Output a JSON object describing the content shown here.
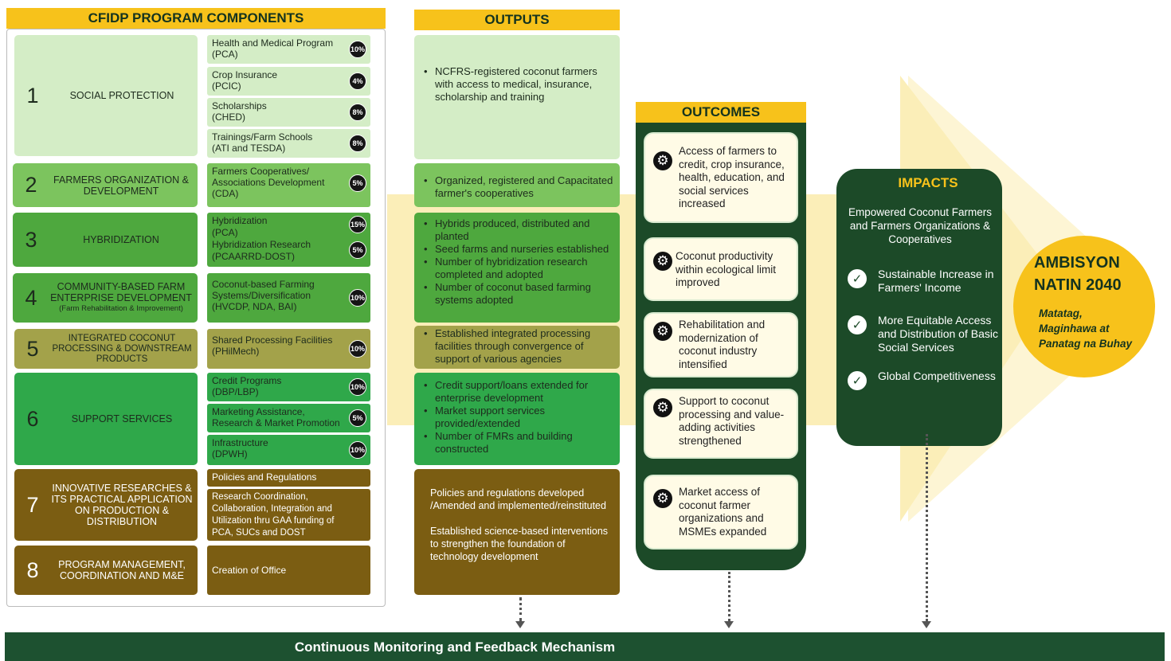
{
  "components": {
    "header": "CFIDP  PROGRAM COMPONENTS",
    "items": [
      {
        "num": "1",
        "name": "SOCIAL PROTECTION",
        "sub": ""
      },
      {
        "num": "2",
        "name": "FARMERS ORGANIZATION & DEVELOPMENT",
        "sub": ""
      },
      {
        "num": "3",
        "name": "HYBRIDIZATION",
        "sub": ""
      },
      {
        "num": "4",
        "name": "COMMUNITY-BASED FARM ENTERPRISE DEVELOPMENT",
        "sub": "(Farm Rehabilitation & Improvement)"
      },
      {
        "num": "5",
        "name": "INTEGRATED COCONUT PROCESSING & DOWNSTREAM PRODUCTS",
        "sub": ""
      },
      {
        "num": "6",
        "name": "SUPPORT SERVICES",
        "sub": ""
      },
      {
        "num": "7",
        "name": "INNOVATIVE RESEARCHES & ITS PRACTICAL APPLICATION ON PRODUCTION & DISTRIBUTION",
        "sub": ""
      },
      {
        "num": "8",
        "name": "PROGRAM MANAGEMENT, COORDINATION AND M&E",
        "sub": ""
      }
    ],
    "programs": [
      {
        "label": "Health and Medical Program\n(PCA)",
        "pct": "10%"
      },
      {
        "label": "Crop Insurance\n(PCIC)",
        "pct": "4%"
      },
      {
        "label": "Scholarships\n(CHED)",
        "pct": "8%"
      },
      {
        "label": "Trainings/Farm Schools\n(ATI and TESDA)",
        "pct": "8%"
      },
      {
        "label": "Farmers Cooperatives/\nAssociations Development\n(CDA)",
        "pct": "5%"
      },
      {
        "label": "Hybridization\n(PCA)\nHybridization Research\n(PCAARRD-DOST)",
        "pct": "15%",
        "pct2": "5%"
      },
      {
        "label": "Coconut-based Farming\nSystems/Diversification\n(HVCDP, NDA, BAI)",
        "pct": "10%"
      },
      {
        "label": "Shared Processing Facilities\n(PHilMech)",
        "pct": "10%"
      },
      {
        "label": "Credit Programs\n(DBP/LBP)",
        "pct": "10%"
      },
      {
        "label": "Marketing Assistance,\nResearch & Market Promotion",
        "pct": "5%"
      },
      {
        "label": "Infrastructure\n(DPWH)",
        "pct": "10%"
      },
      {
        "label": "Policies and Regulations",
        "pct": ""
      },
      {
        "label": "Research Coordination,\nCollaboration, Integration and\nUtilization thru GAA  funding of\nPCA, SUCs and DOST",
        "pct": ""
      },
      {
        "label": "Creation of Office",
        "pct": ""
      }
    ]
  },
  "outputs": {
    "header": "OUTPUTS",
    "groups": [
      [
        "NCFRS-registered coconut farmers with access to medical, insurance, scholarship and training"
      ],
      [
        "Organized, registered and Capacitated farmer's cooperatives"
      ],
      [
        "Hybrids produced, distributed  and planted",
        "Seed farms and nurseries established",
        "Number of hybridization research completed and adopted",
        "Number of coconut based farming systems adopted"
      ],
      [
        "Established integrated processing facilities through convergence of support of various agencies"
      ],
      [
        "Credit support/loans extended for enterprise development",
        "Market support services provided/extended",
        "Number of FMRs and building constructed"
      ],
      [
        "Policies and regulations developed /Amended  and implemented/reinstituted",
        "Established science-based interventions to strengthen the foundation of technology development"
      ]
    ]
  },
  "outcomes": {
    "header": "OUTCOMES",
    "items": [
      "Access of farmers to credit, crop insurance, health, education, and social services increased",
      "Coconut productivity within ecological limit improved",
      "Rehabilitation and modernization of coconut industry intensified",
      "Support to coconut processing and value-adding activities strengthened",
      "Market access of coconut farmer organizations and MSMEs expanded"
    ]
  },
  "impacts": {
    "header": "IMPACTS",
    "lead": "Empowered Coconut Farmers and Farmers Organizations & Cooperatives",
    "items": [
      "Sustainable Increase in Farmers' Income",
      "More Equitable Access and Distribution of Basic Social Services",
      "Global Competitiveness"
    ]
  },
  "ambisyon": {
    "title": "AMBISYON NATIN 2040",
    "tagline": "Matatag, Maginhawa at Panatag na Buhay"
  },
  "footer": "Continuous Monitoring and Feedback Mechanism",
  "colors": {
    "yellow": "#f7c21b",
    "light_green": "#d4edc6",
    "mid_green": "#5fb548",
    "bright_green": "#2fa84a",
    "olive": "#a3a24a",
    "brown": "#7b5d12",
    "dark_green": "#1c4a28",
    "footer_green": "#1d5130"
  }
}
